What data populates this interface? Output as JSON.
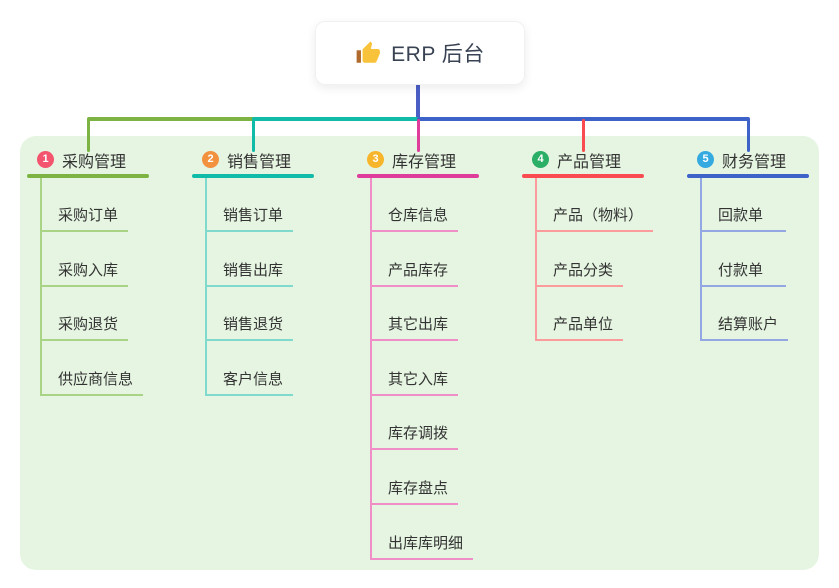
{
  "root": {
    "label": "ERP 后台",
    "icon": "thumbs-up-icon"
  },
  "panel_color": "#e6f5e2",
  "trunk_color": "#4a5ec6",
  "branches": [
    {
      "num": "1",
      "label": "采购管理",
      "badge_color": "#f3556e",
      "line_color": "#7cb342",
      "child_line_color": "#a9d385",
      "children": [
        "采购订单",
        "采购入库",
        "采购退货",
        "供应商信息"
      ]
    },
    {
      "num": "2",
      "label": "销售管理",
      "badge_color": "#f2923e",
      "line_color": "#10bca8",
      "child_line_color": "#7fd9cc",
      "children": [
        "销售订单",
        "销售出库",
        "销售退货",
        "客户信息"
      ]
    },
    {
      "num": "3",
      "label": "库存管理",
      "badge_color": "#f7b52c",
      "line_color": "#de3d9b",
      "child_line_color": "#f08fc7",
      "children": [
        "仓库信息",
        "产品库存",
        "其它出库",
        "其它入库",
        "库存调拨",
        "库存盘点",
        "出库库明细"
      ]
    },
    {
      "num": "4",
      "label": "产品管理",
      "badge_color": "#2bae66",
      "line_color": "#fa4b50",
      "child_line_color": "#fc9b9b",
      "children": [
        "产品（物料）",
        "产品分类",
        "产品单位"
      ]
    },
    {
      "num": "5",
      "label": "财务管理",
      "badge_color": "#35aae0",
      "line_color": "#3e63c8",
      "child_line_color": "#93a7e3",
      "children": [
        "回款单",
        "付款单",
        "结算账户"
      ]
    }
  ]
}
